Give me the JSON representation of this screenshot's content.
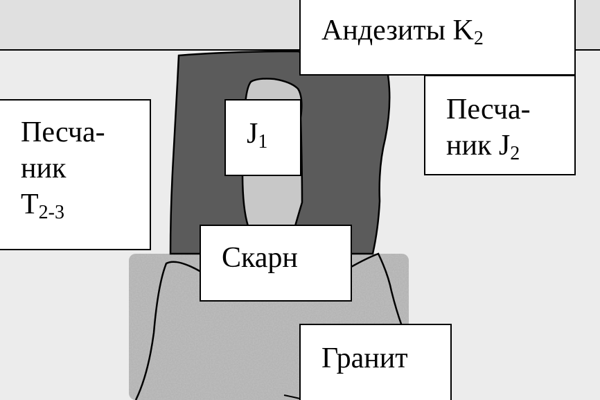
{
  "labels": {
    "andesite": {
      "text": "Андезиты K",
      "sub": "2"
    },
    "sandstone_j2": {
      "line1": "Песча-",
      "line2": "ник J",
      "sub": "2"
    },
    "sandstone_t": {
      "line1": "Песча-",
      "line2": "ник",
      "line3": "T",
      "sub": "2-3"
    },
    "j1": {
      "text": "J",
      "sub": "1"
    },
    "skarn": {
      "text": "Скарн"
    },
    "granite": {
      "text": "Гранит"
    }
  },
  "colors": {
    "background": "#ececec",
    "dark_unit": "#5b5b5b",
    "light_lens": "#c8c8c8",
    "granite_base": "#a8a8a8",
    "outline": "#000000"
  }
}
